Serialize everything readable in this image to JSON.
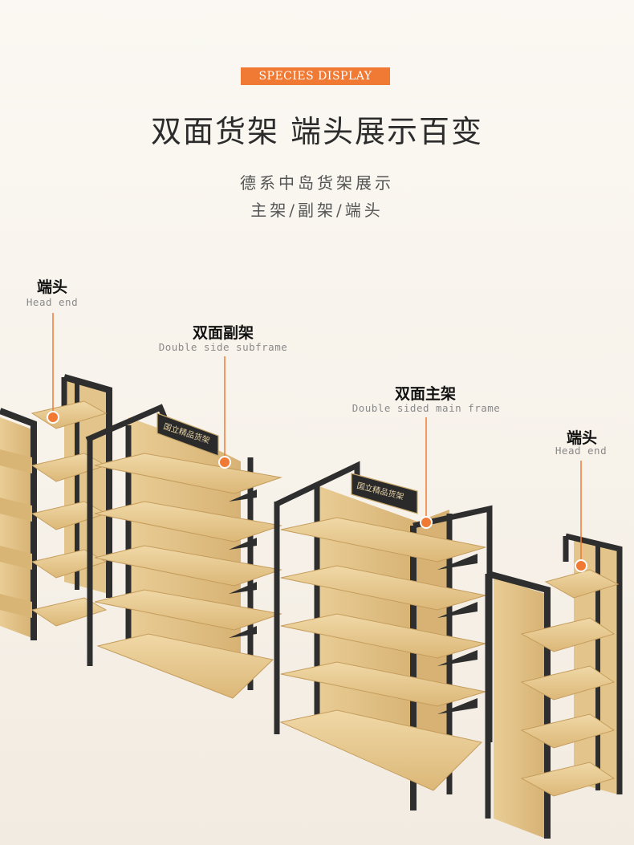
{
  "header": {
    "badge": "SPECIES DISPLAY",
    "title": "双面货架  端头展示百变",
    "subtitle_line1": "德系中岛货架展示",
    "subtitle_line2": "主架/副架/端头"
  },
  "callouts": [
    {
      "cn": "端头",
      "en": "Head end"
    },
    {
      "cn": "双面副架",
      "en": "Double side subframe"
    },
    {
      "cn": "双面主架",
      "en": "Double sided main frame"
    },
    {
      "cn": "端头",
      "en": "Head end"
    }
  ],
  "signs": {
    "shelf_sign_1": "国立精品货架",
    "shelf_sign_2": "国立精品货架"
  },
  "colors": {
    "accent": "#f07a34",
    "frame": "#2e2e2e",
    "wood": "#e8c98f",
    "wood_dark": "#cfa864"
  }
}
